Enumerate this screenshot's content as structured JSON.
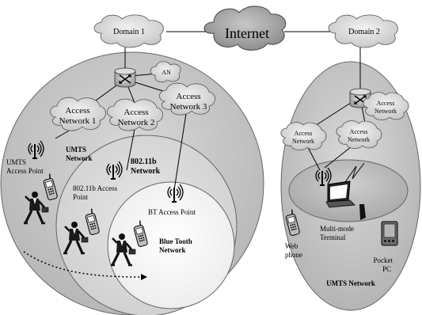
{
  "internet": "Internet",
  "domains": {
    "d1": "Domain 1",
    "d2": "Domain 2"
  },
  "left": {
    "an": "AN",
    "access_network_1": [
      "Access",
      "Network 1"
    ],
    "access_network_2": [
      "Access",
      "Network 2"
    ],
    "access_network_3": [
      "Access",
      "Network 3"
    ],
    "umts_network": [
      "UMTS",
      "Network"
    ],
    "umts_access_point": [
      "UMTS",
      "Access Point"
    ],
    "wlan_network": [
      "802.11b",
      "Network"
    ],
    "wlan_access_point": [
      "802.11b Access",
      "Point"
    ],
    "bt_access_point": "BT Access Point",
    "bt_network": [
      "Blue Tooth",
      "Network"
    ]
  },
  "right": {
    "access_network_top": [
      "Access",
      "Network"
    ],
    "access_network_left": [
      "Access",
      "Network"
    ],
    "access_network_mid": [
      "Access",
      "Network"
    ],
    "terminal": [
      "Multi-mode",
      "Terminal"
    ],
    "web_phone": [
      "Web",
      "phone"
    ],
    "pocket_pc": [
      "Pocket",
      "PC"
    ],
    "umts_network": "UMTS Network"
  },
  "icons": [
    "router-icon",
    "antenna-icon",
    "cell-phone-icon",
    "person-icon",
    "laptop-icon",
    "pda-icon",
    "cloud-icon"
  ]
}
